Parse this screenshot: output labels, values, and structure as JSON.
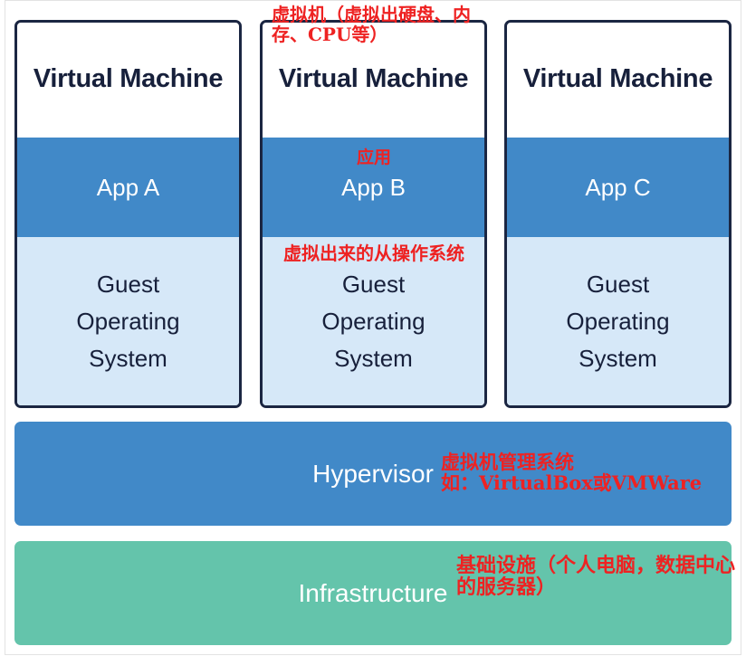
{
  "diagram": {
    "title": "Virtual Machine architecture stack",
    "colors": {
      "app_band": "#4189c8",
      "guest_band": "#d6e8f8",
      "card_border": "#1b2642",
      "hypervisor": "#4189c8",
      "infrastructure": "#64c4ab",
      "annotation_red": "#ee2222",
      "heading_navy": "#17203b"
    },
    "vm_cards": [
      {
        "title": "Virtual Machine",
        "app": "App A",
        "guest_os": "Guest\nOperating\nSystem"
      },
      {
        "title": "Virtual Machine",
        "app": "App B",
        "guest_os": "Guest\nOperating\nSystem"
      },
      {
        "title": "Virtual Machine",
        "app": "App C",
        "guest_os": "Guest\nOperating\nSystem"
      }
    ],
    "layers": [
      {
        "label": "Hypervisor"
      },
      {
        "label": "Infrastructure"
      }
    ],
    "annotations": {
      "vm_top": "虚拟机（虚拟出硬盘、内存、CPU等）",
      "app": "应用",
      "guest_os": "虚拟出来的从操作系统",
      "hypervisor": "虚拟机管理系统\n如：VirtualBox或VMWare",
      "infrastructure": "基础设施（个人电脑，数据中心的服务器）"
    }
  }
}
